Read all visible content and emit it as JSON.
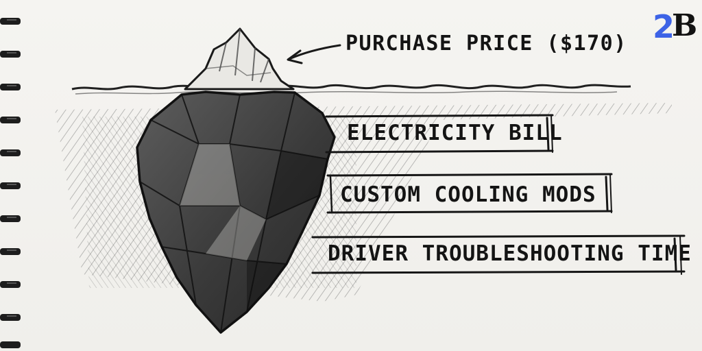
{
  "labels": {
    "top": "PURCHASE PRICE ($170)",
    "items": [
      "ELECTRICITY BILL",
      "CUSTOM COOLING MODS",
      "DRIVER TROUBLESHOOTING TIME"
    ]
  },
  "logo": {
    "number": "2",
    "letter": "B"
  },
  "colors": {
    "paper": "#f3f2ef",
    "ink": "#141414",
    "logo_blue": "#3d63e6"
  },
  "icons": [
    "spiral-binding-icon",
    "arrow-icon",
    "iceberg-icon"
  ]
}
